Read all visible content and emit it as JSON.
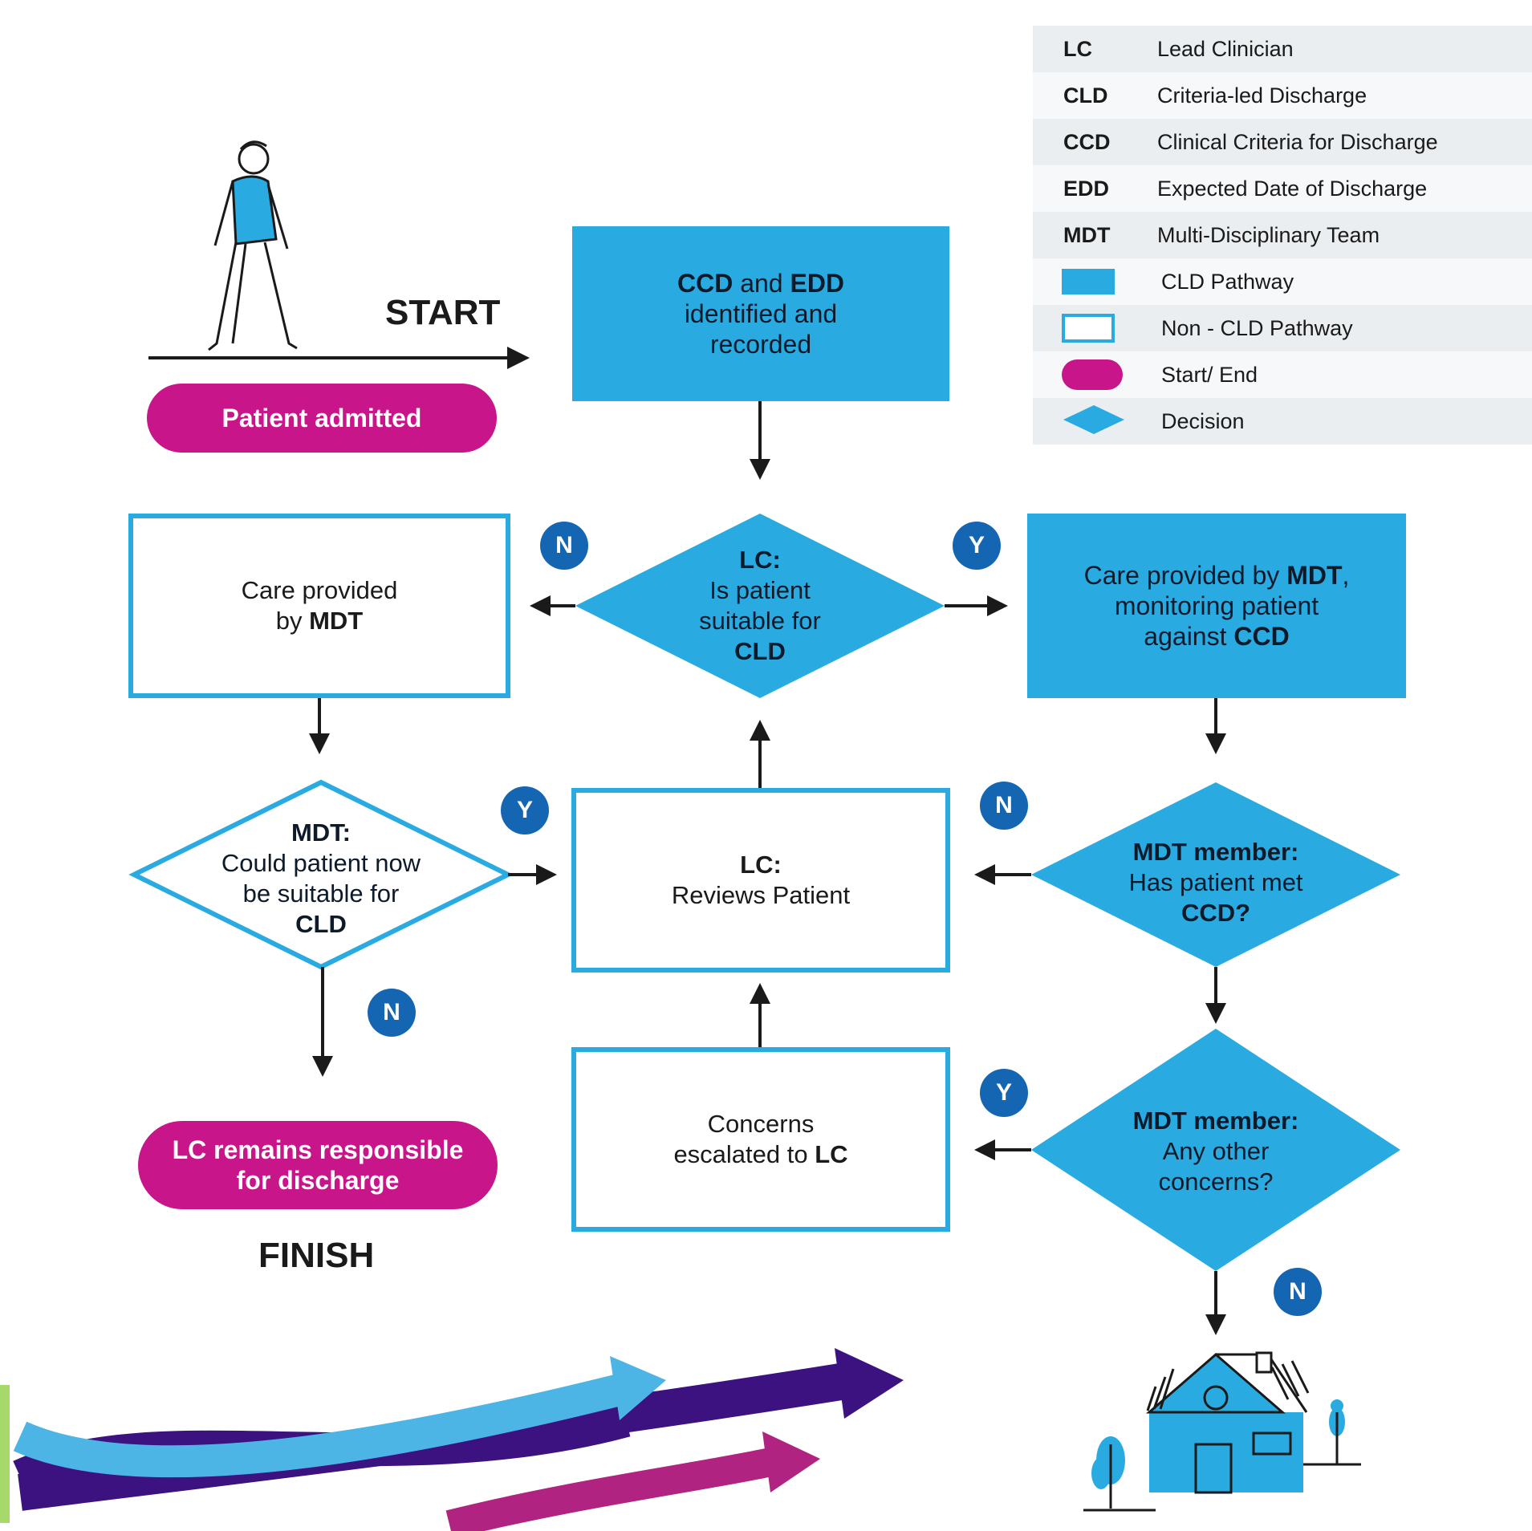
{
  "legend": {
    "abbreviations": [
      {
        "abbr": "LC",
        "meaning": "Lead Clinician"
      },
      {
        "abbr": "CLD",
        "meaning": "Criteria-led Discharge"
      },
      {
        "abbr": "CCD",
        "meaning": "Clinical Criteria for Discharge"
      },
      {
        "abbr": "EDD",
        "meaning": "Expected Date of Discharge"
      },
      {
        "abbr": "MDT",
        "meaning": "Multi-Disciplinary Team"
      }
    ],
    "symbols": [
      {
        "icon": "filled-rectangle-icon",
        "label": "CLD Pathway"
      },
      {
        "icon": "outlined-rectangle-icon",
        "label": "Non - CLD Pathway"
      },
      {
        "icon": "pill-icon",
        "label": "Start/ End"
      },
      {
        "icon": "diamond-icon",
        "label": "Decision"
      }
    ]
  },
  "labels": {
    "start": "START",
    "finish": "FINISH"
  },
  "nodes": {
    "patient_admitted": "Patient admitted",
    "ccd_edd": {
      "a": "CCD",
      "b": " and ",
      "c": "EDD",
      "d": "identified and",
      "e": "recorded"
    },
    "lc_suitable": {
      "a": "LC:",
      "b": "Is patient",
      "c": "suitable for",
      "d": "CLD"
    },
    "care_mdt": {
      "a": "Care provided",
      "b": "by ",
      "c": "MDT"
    },
    "care_mdt_ccd": {
      "a": "Care provided by ",
      "b": "MDT",
      "c": ",",
      "d": "monitoring patient",
      "e": "against ",
      "f": "CCD"
    },
    "mdt_could": {
      "a": "MDT:",
      "b": "Could patient now",
      "c": "be suitable for",
      "d": "CLD"
    },
    "lc_reviews": {
      "a": "LC:",
      "b": "Reviews Patient"
    },
    "mdt_met": {
      "a": "MDT member:",
      "b": "Has patient met",
      "c": "CCD?"
    },
    "concerns": {
      "a": "Concerns",
      "b": "escalated to ",
      "c": "LC"
    },
    "mdt_other": {
      "a": "MDT member:",
      "b": "Any other",
      "c": "concerns?"
    },
    "lc_remains": {
      "a": "LC remains responsible",
      "b": "for discharge"
    }
  },
  "badges": {
    "n1": "N",
    "y1": "Y",
    "y2": "Y",
    "n2": "N",
    "n3": "N",
    "y3": "Y",
    "n4": "N"
  },
  "colors": {
    "cld_blue": "#29abe2",
    "start_end_magenta": "#c8168a",
    "badge_blue": "#1466b2",
    "arrow_purple": "#3b1280",
    "arrow_light_blue": "#4db4e6"
  }
}
